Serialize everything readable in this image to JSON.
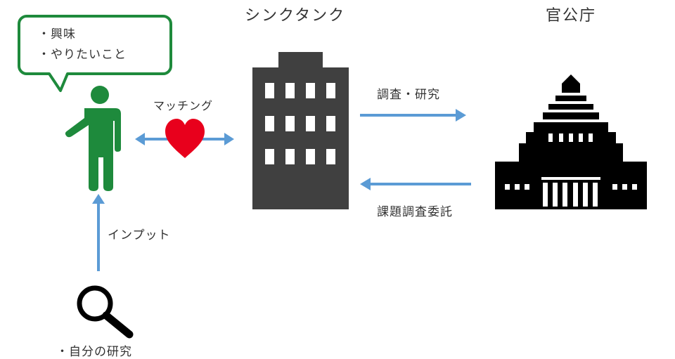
{
  "thinktank": {
    "title": "シンクタンク"
  },
  "government": {
    "title": "官公庁"
  },
  "bubble": {
    "line1": "・興味",
    "line2": "・やりたいこと"
  },
  "matching": {
    "label": "マッチング"
  },
  "flows": {
    "research": "調査・研究",
    "commission": "課題調査委託",
    "input": "インプット"
  },
  "research_item": {
    "label": "・自分の研究"
  },
  "colors": {
    "green": "#1e8a3c",
    "arrow_blue": "#5b9bd5",
    "heart_red": "#e8001c",
    "building_gray": "#404040",
    "black": "#000000"
  }
}
